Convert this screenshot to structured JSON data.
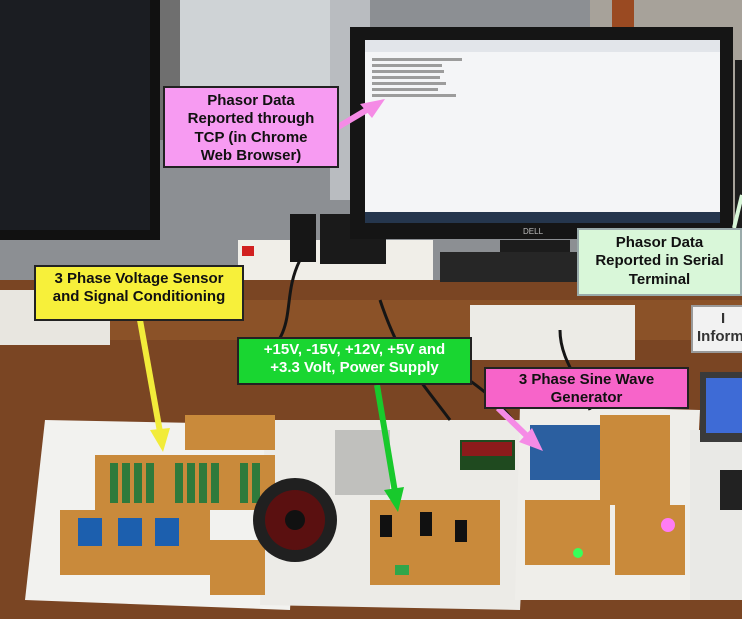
{
  "callouts": {
    "phasor_tcp": [
      "Phasor Data",
      "Reported through",
      "TCP (in Chrome",
      "Web Browser)"
    ],
    "phasor_serial": [
      "Phasor Data",
      "Reported in Serial",
      "Terminal"
    ],
    "voltage_sensor": [
      "3 Phase Voltage Sensor",
      "and Signal Conditioning"
    ],
    "power_supply": [
      "+15V, -15V, +12V, +5V and",
      "+3.3 Volt, Power Supply"
    ],
    "sine_generator": [
      "3 Phase Sine Wave",
      "Generator"
    ],
    "info_partial": [
      "I",
      "Inform"
    ]
  },
  "colors": {
    "tcp": "#f79bf2",
    "serial": "#d9f7d9",
    "sensor": "#f7f03a",
    "power": "#19d631",
    "sine": "#f764c9",
    "arrow_pink": "#f58be6",
    "arrow_yellow": "#f2ec3a",
    "arrow_green": "#18c92c"
  },
  "monitor": {
    "brand": "DELL"
  }
}
